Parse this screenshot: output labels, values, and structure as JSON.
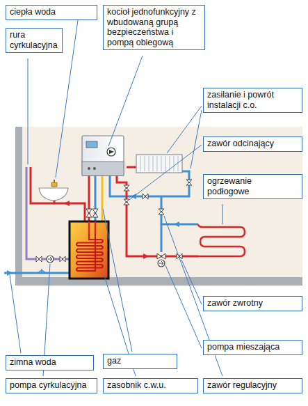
{
  "diagram": {
    "nodes": [
      {
        "text": [
          "ciepła woda"
        ]
      },
      {
        "text": [
          "kocioł jednofunkcyjny z wbudowaną grupą bezpieczeństwa i pompą obiegową"
        ]
      },
      {
        "text": [
          "rura cyrkulacyjna"
        ]
      },
      {
        "text": [
          "zasilanie i powrót instalacji c.o."
        ]
      },
      {
        "text": [
          "zawór odcinający"
        ]
      },
      {
        "text": [
          "ogrzewanie podłogowe"
        ]
      },
      {
        "text": [
          "zawór zwrotny"
        ]
      },
      {
        "text": [
          "pompa mieszająca"
        ]
      },
      {
        "text": [
          "gaz"
        ]
      },
      {
        "text": [
          "zimna woda"
        ]
      },
      {
        "text": [
          "pompa cyrkulacyjna"
        ]
      },
      {
        "text": [
          "zasobnik c.w.u."
        ]
      },
      {
        "text": [
          "zawór regulacyjny"
        ]
      }
    ]
  }
}
